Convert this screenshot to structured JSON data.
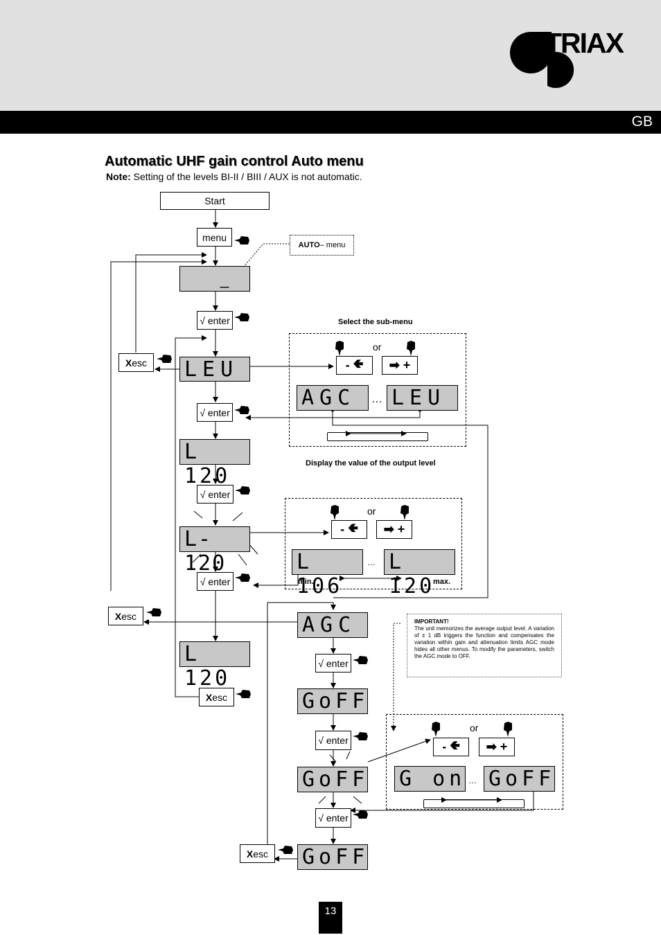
{
  "header": {
    "brand": "TRIAX",
    "lang": "GB"
  },
  "title": "Automatic UHF gain control Auto menu",
  "note": {
    "label": "Note:",
    "text": " Setting of the levels BI-II / BIII / AUX is not automatic."
  },
  "flow": {
    "start": "Start",
    "menu": "menu",
    "auto_label": "AUTO",
    "auto_suffix": " – menu",
    "enter": "√ enter",
    "esc_x": "X",
    "esc": " esc",
    "select_submenu": "Select the sub-menu",
    "display_value": "Display the value of the output level",
    "or": "or",
    "dots": "…",
    "min": "min.",
    "max": "max.",
    "minus": "-",
    "plus": "+"
  },
  "lcd": {
    "underscore": "_",
    "lev": "LEU",
    "agc": "AGC",
    "l120": "L 120",
    "l120_blink": "L-120",
    "l106": "L 106",
    "goff": "GoFF",
    "gon": "G on"
  },
  "important": {
    "heading": "IMPORTANT!",
    "text": "The unit memorizes the average output level. A variation of ± 1 dB triggers the function and compensates the variation within gain and attenuation limits AGC mode hides all other menus. To modify the parameters, switch the AGC mode to OFF."
  },
  "page_number": "13"
}
